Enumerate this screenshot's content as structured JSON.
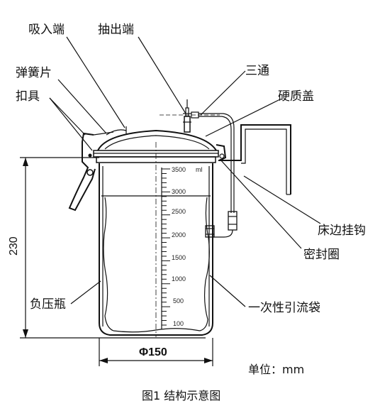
{
  "labels": {
    "suction_end": "吸入端",
    "outlet_end": "抽出端",
    "spring_piece": "弹簧片",
    "buckle": "扣具",
    "three_way": "三通",
    "hard_lid": "硬质盖",
    "bed_hook": "床边挂钩",
    "seal_ring": "密封圈",
    "neg_pressure_bottle": "负压瓶",
    "drainage_bag": "一次性引流袋"
  },
  "scale": {
    "ticks": [
      "3500",
      "3000",
      "2500",
      "2000",
      "1500",
      "1000",
      "500",
      "100"
    ],
    "unit_mark": "ml"
  },
  "dimensions": {
    "height": "230",
    "diameter": "Φ150",
    "unit": "单位：mm"
  },
  "caption": "图1 结构示意图"
}
